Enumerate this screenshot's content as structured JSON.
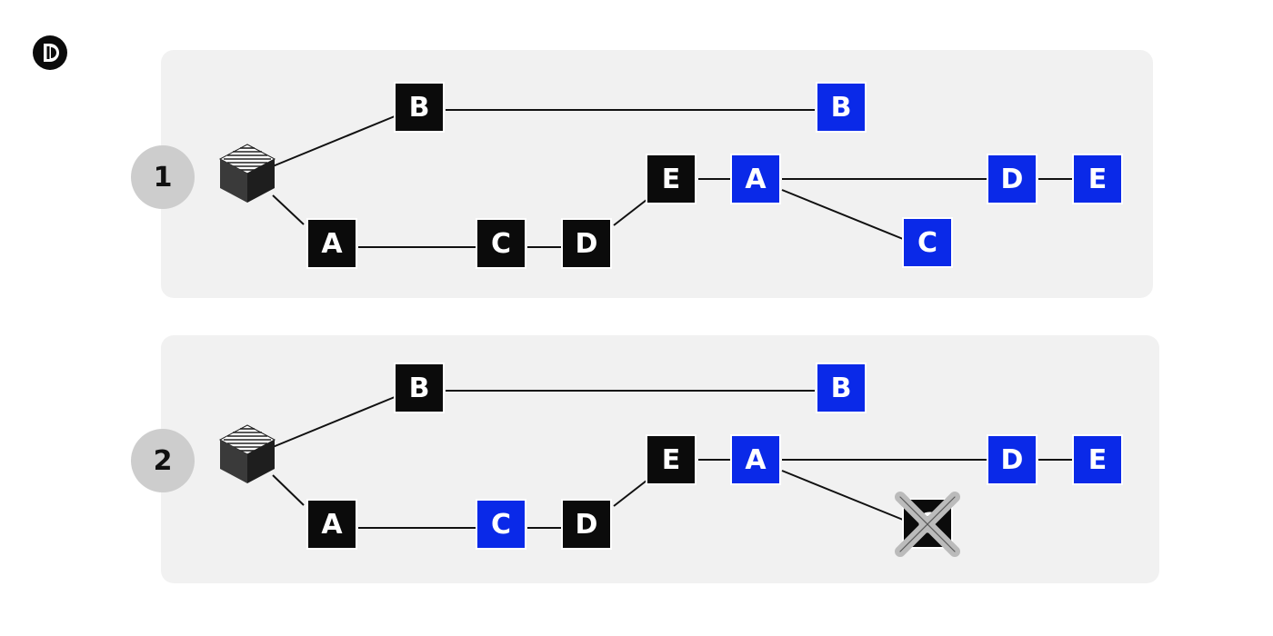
{
  "brand": {
    "logo_icon": "d-logo-icon"
  },
  "colors": {
    "chain_node": "#0b0b0b",
    "fork_node": "#0a29e8",
    "panel_bg": "#f1f1f1",
    "badge_bg": "#cdcdcd"
  },
  "scenarios": [
    {
      "step": "1",
      "nodes": {
        "b_black": "B",
        "b_blue": "B",
        "a_black": "A",
        "c_black": "C",
        "d_black": "D",
        "e_black": "E",
        "a_blue": "A",
        "d_blue": "D",
        "e_blue": "E",
        "c_blue": "C"
      }
    },
    {
      "step": "2",
      "nodes": {
        "b_black": "B",
        "b_blue": "B",
        "a_black": "A",
        "c_blue": "C",
        "d_black": "D",
        "e_black": "E",
        "a_blue": "A",
        "d_blue": "D",
        "e_blue": "E",
        "c_removed": "C"
      }
    }
  ]
}
